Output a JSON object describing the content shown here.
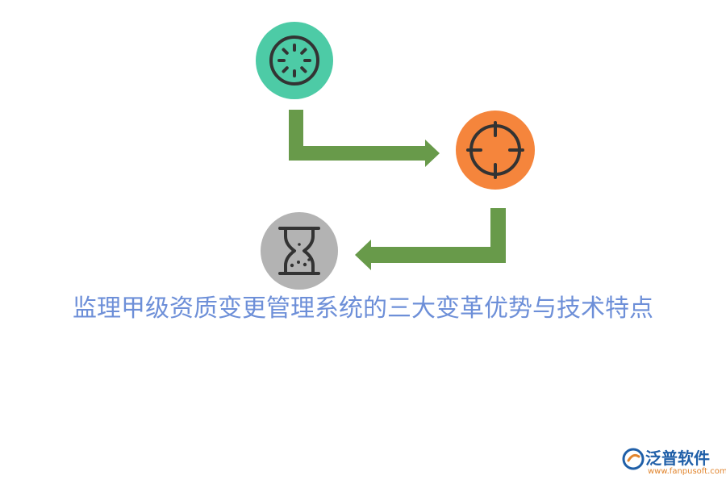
{
  "diagram": {
    "title": "监理甲级资质变更管理系统的三大变革优势与技术特点",
    "nodes": [
      {
        "icon": "speed-dial-icon",
        "color": "#4dcba6"
      },
      {
        "icon": "target-crosshair-icon",
        "color": "#f5853c"
      },
      {
        "icon": "hourglass-icon",
        "color": "#b3b3b3"
      }
    ],
    "arrow_color": "#689a4a",
    "icon_stroke": "#333333"
  },
  "brand": {
    "name": "泛普软件",
    "url": "www.fanpusoft.com"
  }
}
